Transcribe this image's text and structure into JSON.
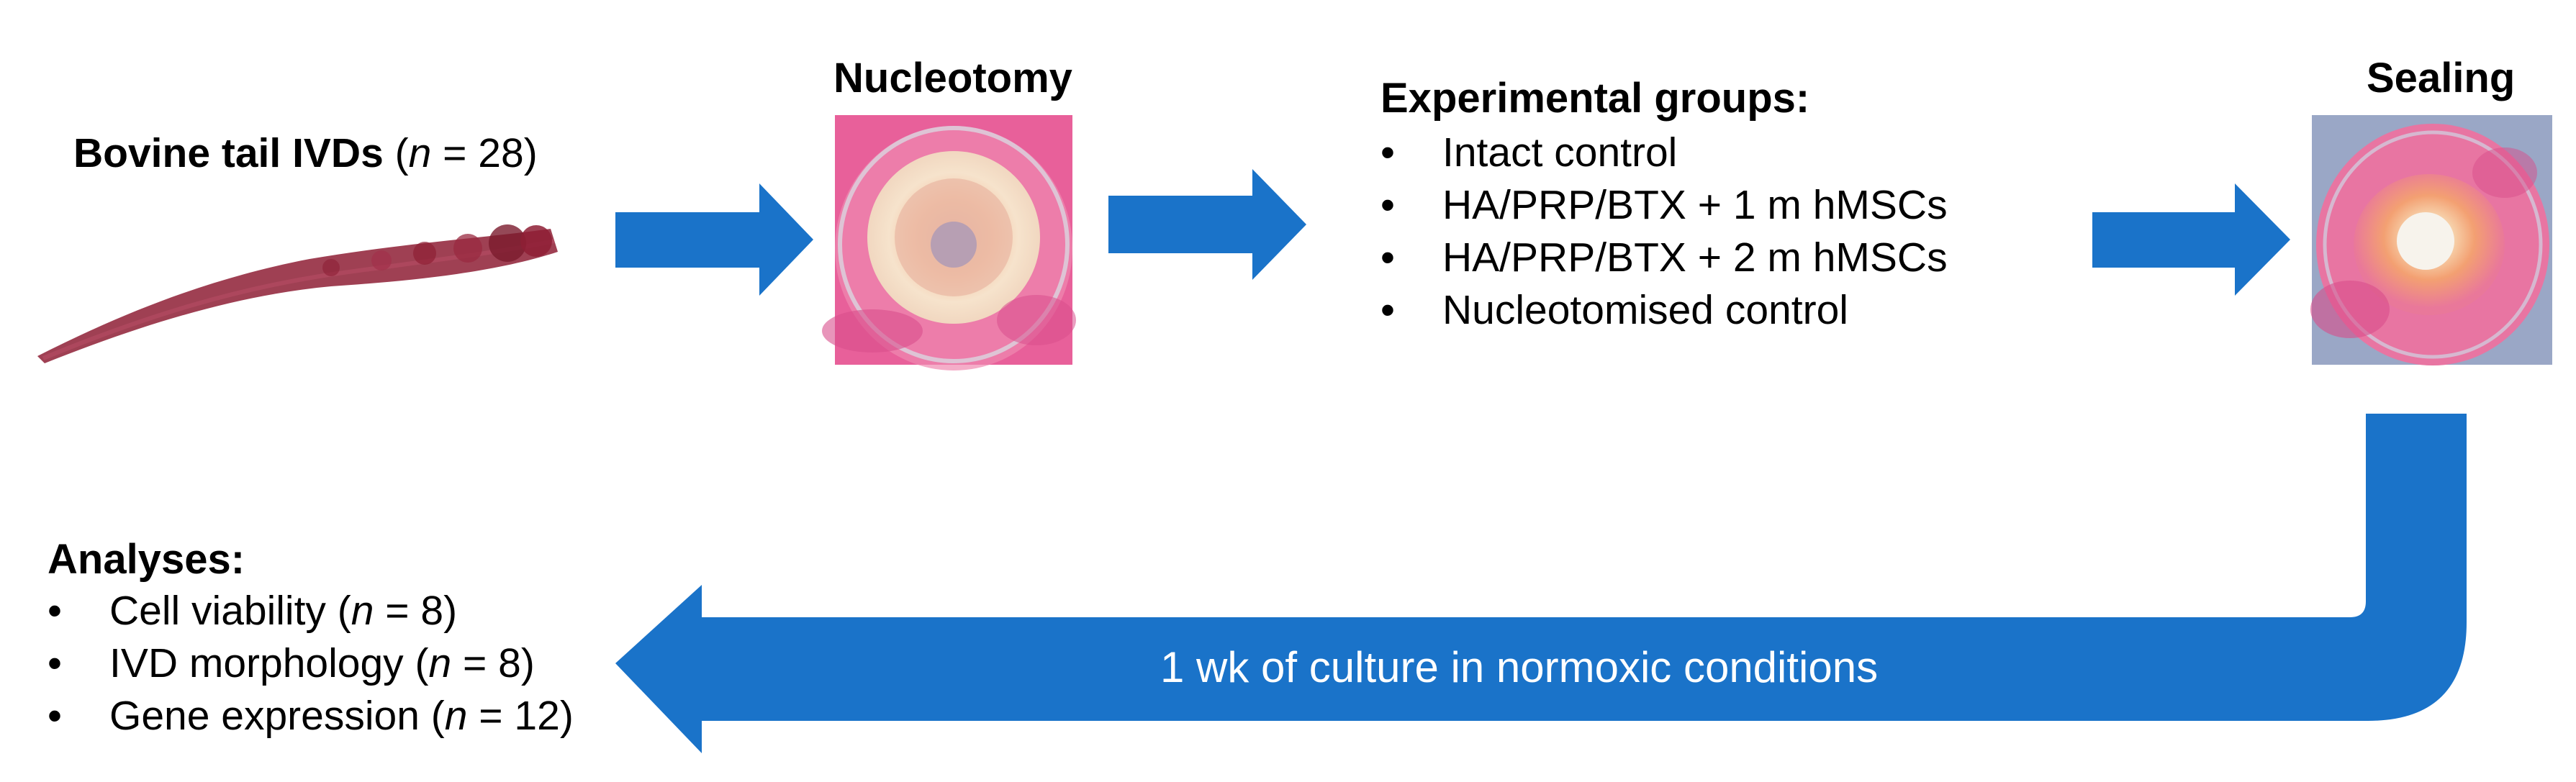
{
  "source": {
    "title_bold": "Bovine tail IVDs",
    "title_n_open": "(",
    "title_n_var": "n",
    "title_n_rest": " = 28)"
  },
  "nucleotomy": {
    "title": "Nucleotomy"
  },
  "groups": {
    "title": "Experimental groups:",
    "bullet": "•",
    "items": [
      "Intact control",
      "HA/PRP/BTX + 1 m hMSCs",
      "HA/PRP/BTX + 2 m hMSCs",
      "Nucleotomised control"
    ]
  },
  "sealing": {
    "title": "Sealing"
  },
  "culture": {
    "label": "1 wk of culture in normoxic conditions"
  },
  "analyses": {
    "title": "Analyses:",
    "bullet": "•",
    "items": [
      {
        "label": "Cell viability (",
        "var": "n",
        "rest": " = 8)"
      },
      {
        "label": "IVD morphology (",
        "var": "n",
        "rest": " = 8)"
      },
      {
        "label": "Gene expression (",
        "var": "n",
        "rest": " = 12)"
      }
    ]
  },
  "colors": {
    "arrow_blue": "#1a73c9",
    "tissue_red": "#8e1f35",
    "gel_pink": "#e9608f",
    "disc_cream": "#f6e4cc"
  }
}
